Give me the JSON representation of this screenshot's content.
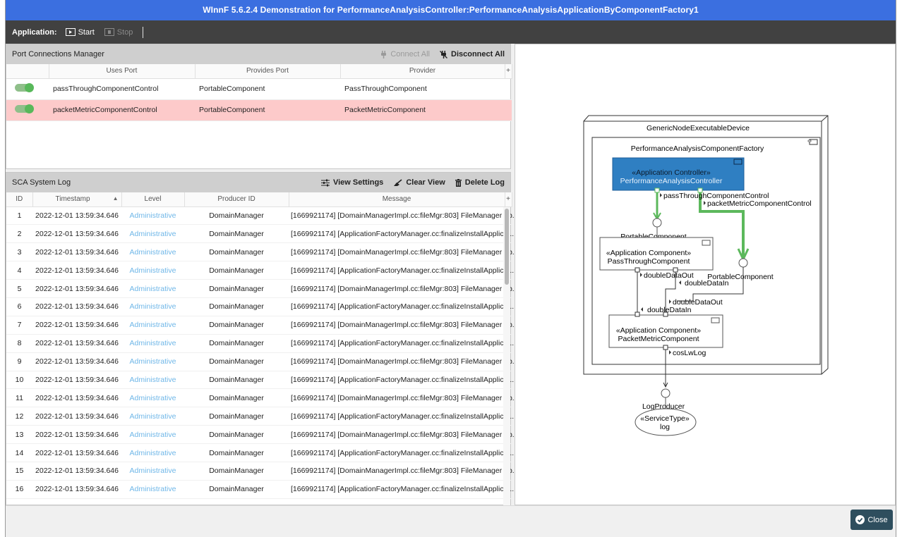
{
  "window": {
    "title": "WInnF 5.6.2.4 Demonstration for  PerformanceAnalysisController:PerformanceAnalysisApplicationByComponentFactory1"
  },
  "appbar": {
    "label": "Application:",
    "start": "Start",
    "stop": "Stop"
  },
  "ports": {
    "title": "Port Connections Manager",
    "connect_all": "Connect All",
    "disconnect_all": "Disconnect All",
    "columns": [
      "Uses Port",
      "Provides Port",
      "Provider"
    ],
    "rows": [
      {
        "uses": "passThroughComponentControl",
        "provides": "PortableComponent",
        "provider": "PassThroughComponent",
        "highlighted": false
      },
      {
        "uses": "packetMetricComponentControl",
        "provides": "PortableComponent",
        "provider": "PacketMetricComponent",
        "highlighted": true
      }
    ],
    "add_column": "+"
  },
  "log": {
    "title": "SCA System Log",
    "view_settings": "View Settings",
    "clear_view": "Clear View",
    "delete_log": "Delete Log",
    "columns": [
      "ID",
      "Timestamp",
      "Level",
      "Producer ID",
      "Message"
    ],
    "add_column": "+",
    "rows": [
      [
        "1",
        "2022-12-01 13:59:34.646",
        "Administrative",
        "DomainManager",
        "[1669921174] [DomainManagerImpl.cc:fileMgr:803] FileManager ob..."
      ],
      [
        "2",
        "2022-12-01 13:59:34.646",
        "Administrative",
        "DomainManager",
        "[1669921174] [ApplicationFactoryManager.cc:finalizeInstallApplica..."
      ],
      [
        "3",
        "2022-12-01 13:59:34.646",
        "Administrative",
        "DomainManager",
        "[1669921174] [DomainManagerImpl.cc:fileMgr:803] FileManager ob..."
      ],
      [
        "4",
        "2022-12-01 13:59:34.646",
        "Administrative",
        "DomainManager",
        "[1669921174] [ApplicationFactoryManager.cc:finalizeInstallApplica..."
      ],
      [
        "5",
        "2022-12-01 13:59:34.646",
        "Administrative",
        "DomainManager",
        "[1669921174] [DomainManagerImpl.cc:fileMgr:803] FileManager ob..."
      ],
      [
        "6",
        "2022-12-01 13:59:34.646",
        "Administrative",
        "DomainManager",
        "[1669921174] [ApplicationFactoryManager.cc:finalizeInstallApplica..."
      ],
      [
        "7",
        "2022-12-01 13:59:34.646",
        "Administrative",
        "DomainManager",
        "[1669921174] [DomainManagerImpl.cc:fileMgr:803] FileManager ob..."
      ],
      [
        "8",
        "2022-12-01 13:59:34.646",
        "Administrative",
        "DomainManager",
        "[1669921174] [ApplicationFactoryManager.cc:finalizeInstallApplica..."
      ],
      [
        "9",
        "2022-12-01 13:59:34.646",
        "Administrative",
        "DomainManager",
        "[1669921174] [DomainManagerImpl.cc:fileMgr:803] FileManager ob..."
      ],
      [
        "10",
        "2022-12-01 13:59:34.646",
        "Administrative",
        "DomainManager",
        "[1669921174] [ApplicationFactoryManager.cc:finalizeInstallApplica..."
      ],
      [
        "11",
        "2022-12-01 13:59:34.646",
        "Administrative",
        "DomainManager",
        "[1669921174] [DomainManagerImpl.cc:fileMgr:803] FileManager ob..."
      ],
      [
        "12",
        "2022-12-01 13:59:34.646",
        "Administrative",
        "DomainManager",
        "[1669921174] [ApplicationFactoryManager.cc:finalizeInstallApplica..."
      ],
      [
        "13",
        "2022-12-01 13:59:34.646",
        "Administrative",
        "DomainManager",
        "[1669921174] [DomainManagerImpl.cc:fileMgr:803] FileManager ob..."
      ],
      [
        "14",
        "2022-12-01 13:59:34.646",
        "Administrative",
        "DomainManager",
        "[1669921174] [ApplicationFactoryManager.cc:finalizeInstallApplica..."
      ],
      [
        "15",
        "2022-12-01 13:59:34.646",
        "Administrative",
        "DomainManager",
        "[1669921174] [DomainManagerImpl.cc:fileMgr:803] FileManager ob..."
      ],
      [
        "16",
        "2022-12-01 13:59:34.646",
        "Administrative",
        "DomainManager",
        "[1669921174] [ApplicationFactoryManager.cc:finalizeInstallApplica..."
      ]
    ]
  },
  "diagram": {
    "node": "GenericNodeExecutableDevice",
    "factory": "PerformanceAnalysisComponentFactory",
    "controller": {
      "stereotype": "«Application Controller»",
      "name": "PerformanceAnalysisController"
    },
    "passthrough": {
      "stereotype": "«Application Component»",
      "name": "PassThroughComponent"
    },
    "packetmetric": {
      "stereotype": "«Application Component»",
      "name": "PacketMetricComponent"
    },
    "port_passthrough_control": "passThroughComponentControl",
    "port_packetmetric_control": "packetMetricComponentControl",
    "portable_1": "PortableComponent",
    "portable_2": "PortableComponent",
    "double_data_out_1": "doubleDataOut",
    "double_data_in_1": "doubleDataIn",
    "double_data_out_2": "doubleDataOut",
    "double_data_in_2": "doubleDataIn",
    "cos_lw_log": "cosLwLog",
    "log_producer": "LogProducer",
    "service": {
      "stereotype": "«ServiceType»",
      "name": "log"
    }
  },
  "footer": {
    "close": "Close"
  },
  "colors": {
    "title_bar": "#3b6fe0",
    "controller_box": "#2f7fc2",
    "connection": "#5cb85c",
    "highlight_row": "#fdcaca",
    "level_text": "#6fb7e8"
  }
}
